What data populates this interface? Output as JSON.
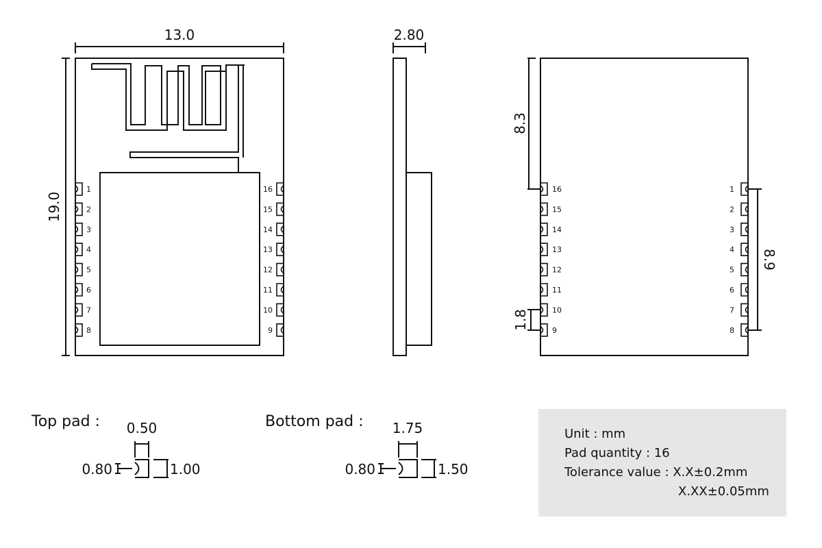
{
  "top_view": {
    "width_label": "13.0",
    "height_label": "19.0",
    "left_pins": [
      "1",
      "2",
      "3",
      "4",
      "5",
      "6",
      "7",
      "8"
    ],
    "right_pins": [
      "16",
      "15",
      "14",
      "13",
      "12",
      "11",
      "10",
      "9"
    ]
  },
  "side_view": {
    "thickness_label": "2.80"
  },
  "bottom_view": {
    "top_offset_label": "8.3",
    "pitch_label": "1.8",
    "span_label": "8.9",
    "left_pins": [
      "16",
      "15",
      "14",
      "13",
      "12",
      "11",
      "10",
      "9"
    ],
    "right_pins": [
      "1",
      "2",
      "3",
      "4",
      "5",
      "6",
      "7",
      "8"
    ]
  },
  "top_pad": {
    "label": "Top pad :",
    "width": "0.50",
    "left_dim": "0.80",
    "right_dim": "1.00"
  },
  "bottom_pad": {
    "label": "Bottom pad :",
    "width": "1.75",
    "left_dim": "0.80",
    "right_dim": "1.50"
  },
  "info": {
    "unit": "Unit : mm",
    "pad_quantity": "Pad quantity : 16",
    "tolerance_1": "Tolerance value : X.X±0.2mm",
    "tolerance_2": "X.XX±0.05mm"
  }
}
